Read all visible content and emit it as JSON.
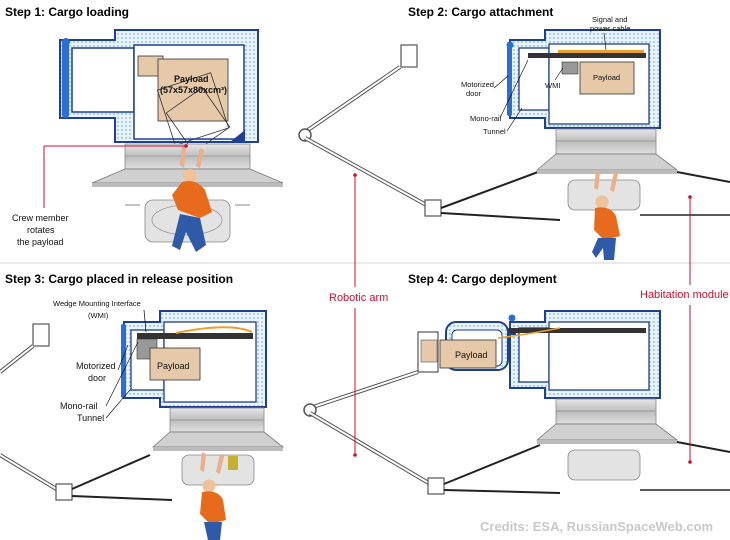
{
  "steps": {
    "step1": "Step 1: Cargo loading",
    "step2": "Step 2: Cargo attachment",
    "step3": "Step 3: Cargo placed in release position",
    "step4": "Step 4: Cargo deployment"
  },
  "labels": {
    "payload_title": "Payload",
    "payload_size": "(57x57x80xcm³)",
    "crew_line1": "Crew member",
    "crew_line2": "rotates",
    "crew_line3": "the payload",
    "signal_line1": "Signal and",
    "signal_line2": "power cable",
    "motorized_door_line1": "Motorized",
    "motorized_door_line2": "door",
    "wmi": "WMI",
    "payload": "Payload",
    "mono_rail": "Mono-rail",
    "tunnel": "Tunnel",
    "wedge_line1": "Wedge Mounting Interface",
    "wedge_line2": "(WMI)",
    "robotic_arm": "Robotic arm",
    "habitation_module": "Habitation module"
  },
  "credits": "Credits: ESA, RussianSpaceWeb.com",
  "colors": {
    "navy": "#1f3f8f",
    "dots": "#9cc7ef",
    "payload_fill": "#e6c9a8",
    "accent_red": "#c8102e",
    "orange": "#e86a1c"
  }
}
